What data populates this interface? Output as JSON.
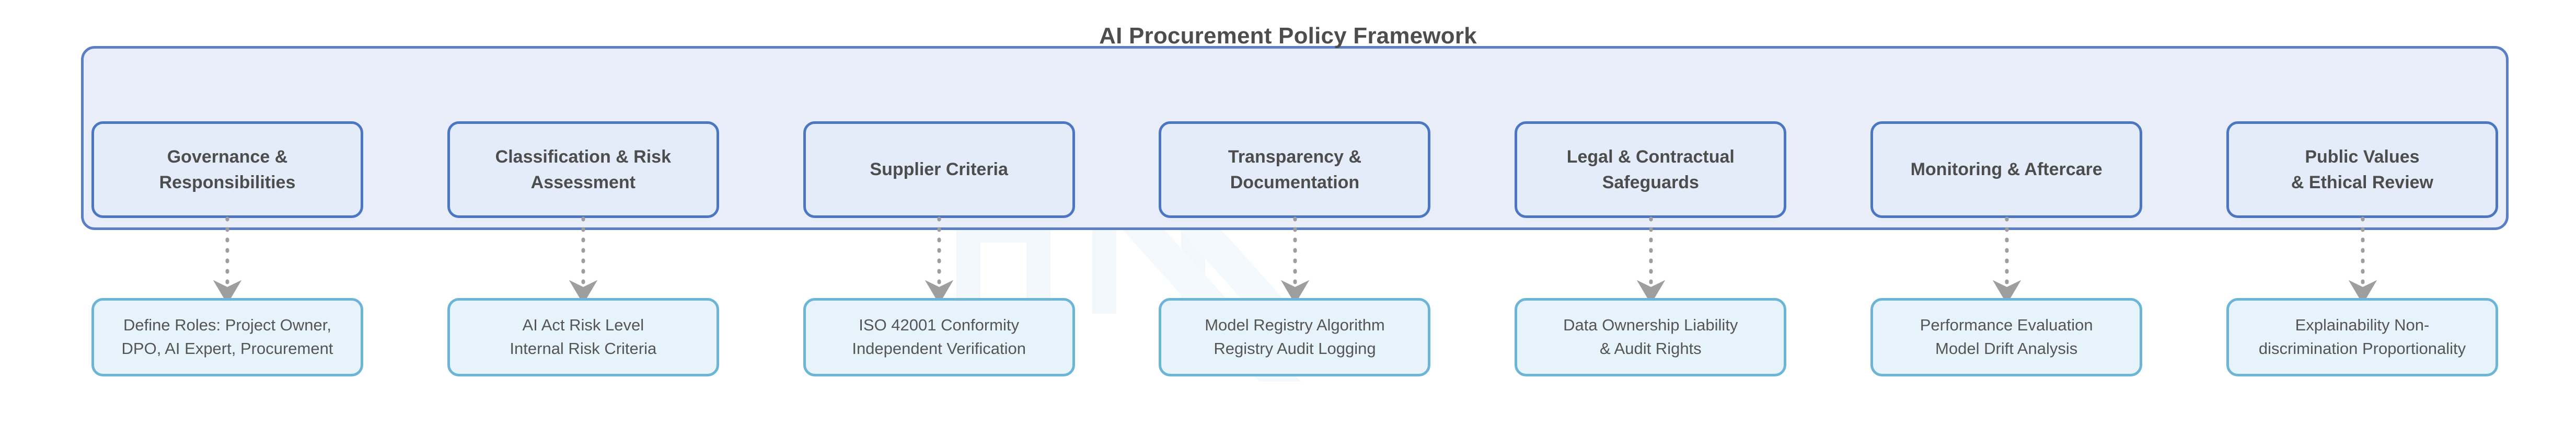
{
  "diagram": {
    "title": "AI Procurement Policy Framework",
    "colors": {
      "panel_fill": "#e9edf8",
      "panel_border": "#5b7fc7",
      "pillar_fill": "#e4ecfa",
      "pillar_border": "#4a76c4",
      "detail_fill": "#e6f3fa",
      "detail_border": "#6cb5d6",
      "connector": "#9e9e9e",
      "text": "#4d4d4d",
      "page_background": "#ffffff"
    },
    "pillars": [
      {
        "id": "governance",
        "line1": "Governance &",
        "line2": "Responsibilities",
        "detail_line1": "Define Roles: Project Owner,",
        "detail_line2": "DPO, AI Expert, Procurement"
      },
      {
        "id": "classification",
        "line1": "Classification & Risk",
        "line2": "Assessment",
        "detail_line1": "AI Act Risk Level",
        "detail_line2": "Internal Risk Criteria"
      },
      {
        "id": "supplier-criteria",
        "line1": "Supplier Criteria",
        "line2": "",
        "detail_line1": "ISO 42001 Conformity",
        "detail_line2": "Independent Verification"
      },
      {
        "id": "transparency",
        "line1": "Transparency &",
        "line2": "Documentation",
        "detail_line1": "Model Registry Algorithm",
        "detail_line2": "Registry Audit Logging"
      },
      {
        "id": "legal-safeguards",
        "line1": "Legal & Contractual",
        "line2": "Safeguards",
        "detail_line1": "Data Ownership Liability",
        "detail_line2": "& Audit Rights"
      },
      {
        "id": "monitoring",
        "line1": "Monitoring & Aftercare",
        "line2": "",
        "detail_line1": "Performance Evaluation",
        "detail_line2": "Model Drift Analysis"
      },
      {
        "id": "public-values",
        "line1": "Public Values",
        "line2": "& Ethical Review",
        "detail_line1": "Explainability Non-",
        "detail_line2": "discrimination Proportionality"
      }
    ]
  }
}
